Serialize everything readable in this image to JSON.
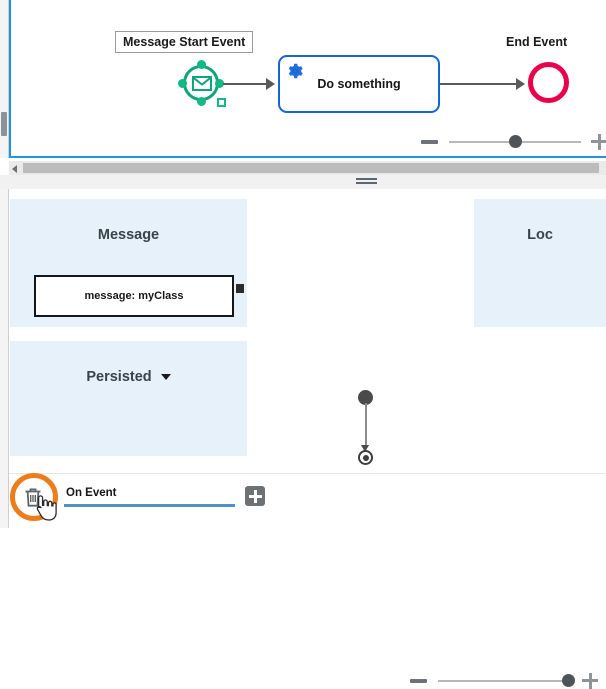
{
  "editor": {
    "diagram": {
      "type": "bpmn-process",
      "nodes": [
        {
          "id": "start",
          "kind": "message-start-event",
          "label": "Message Start Event",
          "selected": true
        },
        {
          "id": "task",
          "kind": "service-task",
          "label": "Do something",
          "icon": "gear-icon"
        },
        {
          "id": "end",
          "kind": "end-event",
          "label": "End Event"
        }
      ],
      "colors": {
        "start_event": "#10a37f",
        "task_border": "#1565d8",
        "task_icon": "#1565d8",
        "end_event": "#e8004c",
        "connector": "#5a5a5a",
        "canvas_border": "#2196d6"
      },
      "labels": {
        "start_event": "Message Start Event",
        "task": "Do something",
        "end_event": "End Event"
      }
    },
    "zoom_slider": {
      "minus_label": "-",
      "plus_label": "+",
      "value": 50
    },
    "scrollbars": {
      "vertical_present": true,
      "horizontal_present": true
    },
    "splitter": {
      "grip": "splitter-grip"
    }
  },
  "lower": {
    "panels": [
      {
        "id": "message",
        "title": "Message",
        "item": "message: myClass"
      },
      {
        "id": "persisted",
        "title": "Persisted",
        "has_dropdown": true
      },
      {
        "id": "location",
        "title": "Loc"
      }
    ],
    "state_diagram": {
      "type": "state-machine",
      "initial": "initial-state",
      "final": "final-state"
    },
    "zoom_slider": {
      "minus_label": "-",
      "plus_label": "+",
      "value": 95
    }
  },
  "toolbar": {
    "delete_icon": "trash-icon",
    "delete_tooltip": "Delete",
    "field_label": "On Event",
    "add_label": "+",
    "highlight_color": "#ed7d1a",
    "underline_color": "#4d92c8"
  }
}
